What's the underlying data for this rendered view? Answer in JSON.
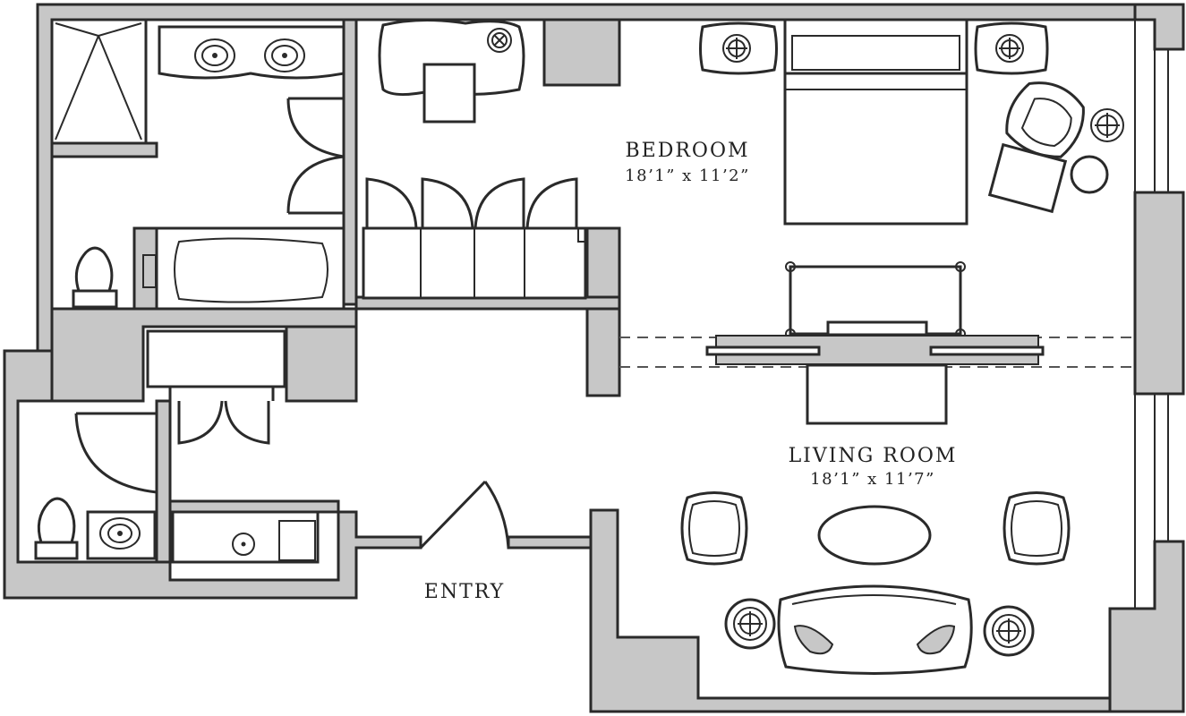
{
  "rooms": {
    "bedroom": {
      "name": "BEDROOM",
      "dimensions": "18’1” x 11’2”"
    },
    "living_room": {
      "name": "LIVING ROOM",
      "dimensions": "18’1” x 11’7”"
    },
    "entry": {
      "name": "ENTRY"
    }
  },
  "colors": {
    "wall_fill": "#c7c7c7",
    "line": "#2a2a2a",
    "background": "#ffffff"
  }
}
